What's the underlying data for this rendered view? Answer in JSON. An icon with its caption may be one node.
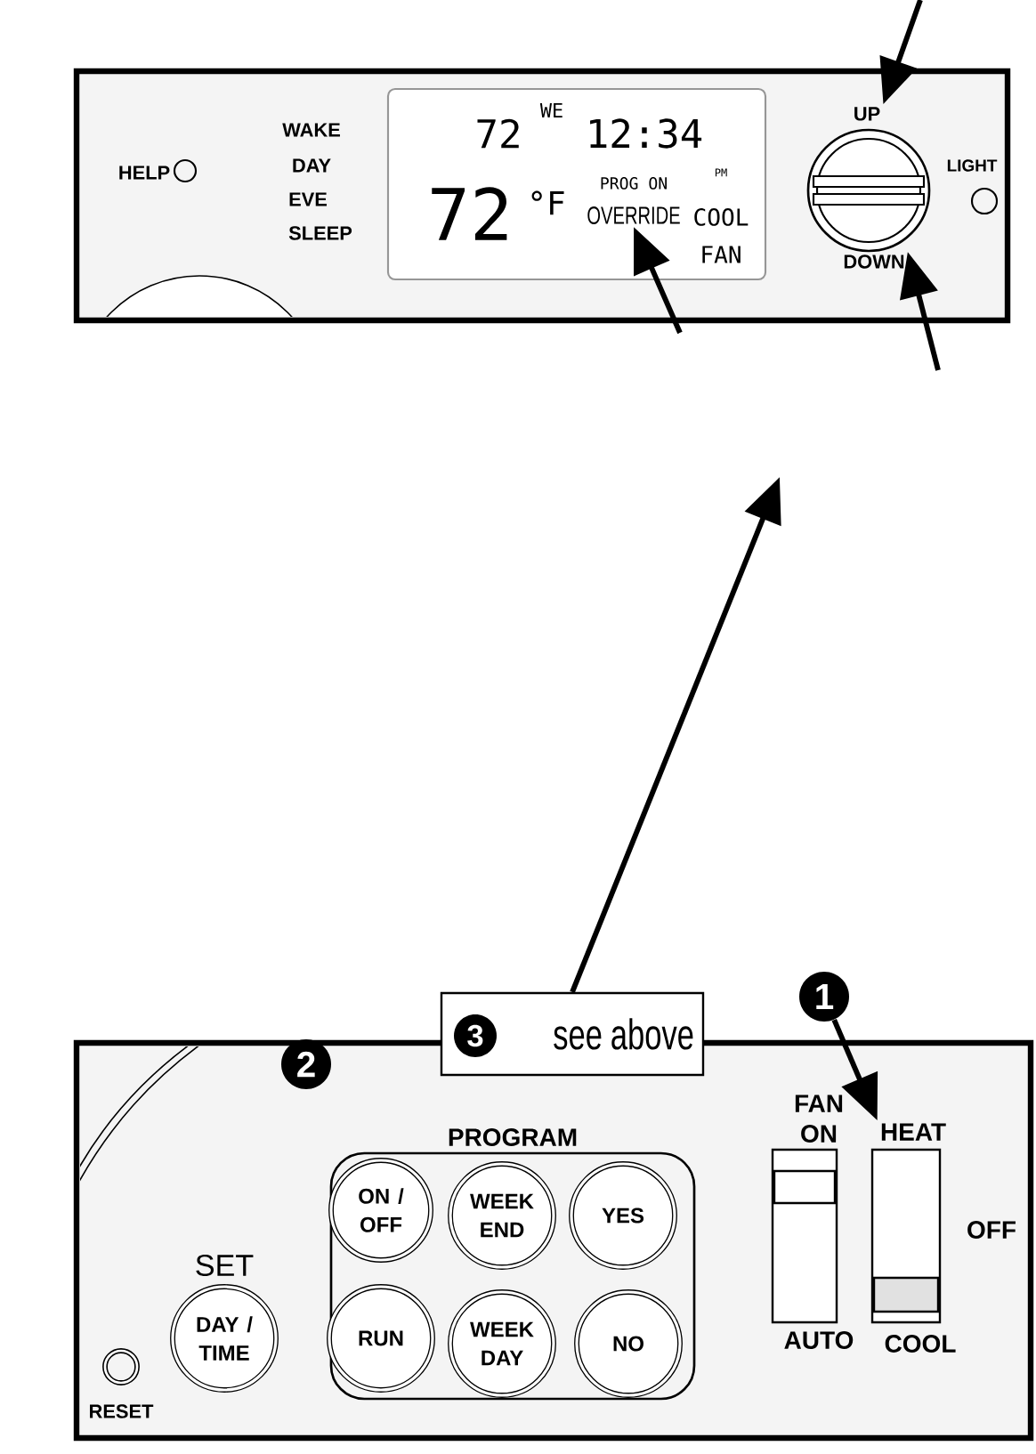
{
  "diagram": {
    "nodes": [
      {
        "text": [],
        "shape": "box"
      },
      {
        "text": [
          "WE",
          "72",
          "12:34",
          "PM",
          "PROG ON",
          "72",
          "°F",
          "COOL",
          "FAN"
        ],
        "in": 0
      },
      {
        "text": [
          "OVERRIDE"
        ],
        "in": 1
      },
      {
        "text": [
          "UP"
        ],
        "in": 0
      },
      {
        "text": [
          "DOWN"
        ],
        "in": 0
      },
      {
        "text": [],
        "shape": "box"
      },
      {
        "text": [
          "see above"
        ]
      },
      {
        "text": [
          "3"
        ],
        "in": 6
      },
      {
        "text": [
          "1"
        ]
      },
      {
        "text": [
          "2"
        ],
        "in": 5
      },
      {
        "text": [
          "PROGRAM"
        ],
        "in": 5
      },
      {
        "text": [
          "ON / OFF"
        ],
        "in": 10
      },
      {
        "text": [
          "WEEK END"
        ],
        "in": 10
      },
      {
        "text": [
          "YES"
        ],
        "in": 10
      },
      {
        "text": [
          "RUN"
        ],
        "in": 10
      },
      {
        "text": [
          "WEEK DAY"
        ],
        "in": 10
      },
      {
        "text": [
          "NO"
        ],
        "in": 10
      },
      {
        "text": [
          "DAY / TIME"
        ],
        "beside": [
          "SET"
        ],
        "in": 5
      },
      {
        "text": [
          "RESET"
        ],
        "in": 5
      },
      {
        "text": [
          "HEAT"
        ],
        "in": 5
      }
    ],
    "edges": [
      {
        "from": null,
        "to": 3,
        "arrow": "to"
      },
      {
        "from": null,
        "to": 2,
        "arrow": "to"
      },
      {
        "from": null,
        "to": 4,
        "arrow": "to"
      },
      {
        "from": 6,
        "to": null,
        "arrow": "to"
      },
      {
        "from": 8,
        "to": 19,
        "arrow": "to"
      }
    ],
    "labels": [
      "HELP",
      "WAKE",
      "DAY",
      "EVE",
      "SLEEP",
      "LIGHT",
      "FAN",
      "ON",
      "OFF",
      "AUTO",
      "COOL"
    ]
  }
}
